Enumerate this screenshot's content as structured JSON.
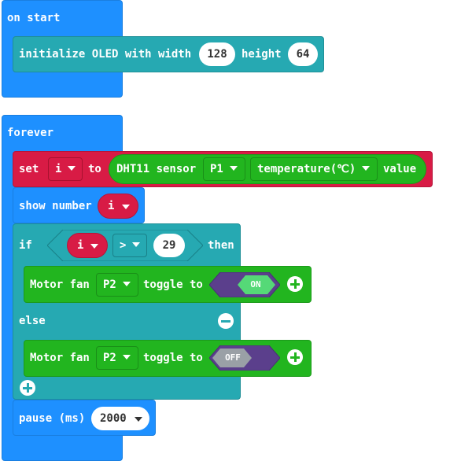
{
  "on_start": {
    "hat_label": "on start",
    "init_oled": {
      "prefix": "initialize OLED with width",
      "width_value": "128",
      "height_label": "height",
      "height_value": "64"
    }
  },
  "forever": {
    "hat_label": "forever",
    "set_block": {
      "set_label": "set",
      "var_name": "i",
      "to_label": "to",
      "sensor_label": "DHT11 sensor",
      "pin": "P1",
      "measure": "temperature(℃)",
      "value_label": "value"
    },
    "show_number": {
      "label": "show number",
      "var_name": "i"
    },
    "if_block": {
      "if_label": "if",
      "var_name": "i",
      "operator": ">",
      "compare_value": "29",
      "then_label": "then",
      "else_label": "else"
    },
    "motor_on": {
      "label": "Motor fan",
      "pin": "P2",
      "toggle_label": "toggle to",
      "state": "ON"
    },
    "motor_off": {
      "label": "Motor fan",
      "pin": "P2",
      "toggle_label": "toggle to",
      "state": "OFF"
    },
    "pause": {
      "label": "pause (ms)",
      "value": "2000"
    }
  },
  "colors": {
    "basic_blue": "#1e90ff",
    "variables_red": "#d81b45",
    "logic_teal": "#26a9b2",
    "extension_green": "#22b51f",
    "toggle_purple": "#5b3f8c"
  }
}
